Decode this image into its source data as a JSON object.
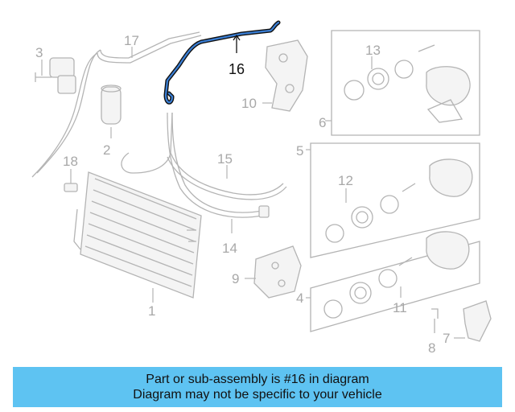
{
  "callouts": {
    "c1": "1",
    "c2": "2",
    "c3": "3",
    "c4": "4",
    "c5": "5",
    "c6": "6",
    "c7": "7",
    "c8": "8",
    "c9": "9",
    "c10": "10",
    "c11": "11",
    "c12": "12",
    "c13": "13",
    "c14": "14",
    "c15": "15",
    "c16": "16",
    "c17": "17",
    "c18": "18"
  },
  "highlight": {
    "part_number": "16",
    "color": "#3a7fd6"
  },
  "colors": {
    "banner": "#5ec3f2",
    "parts": "#b4b4b4"
  },
  "banner": {
    "line1": "Part or sub-assembly is #16 in diagram",
    "line2": "Diagram may not be specific to your vehicle"
  }
}
